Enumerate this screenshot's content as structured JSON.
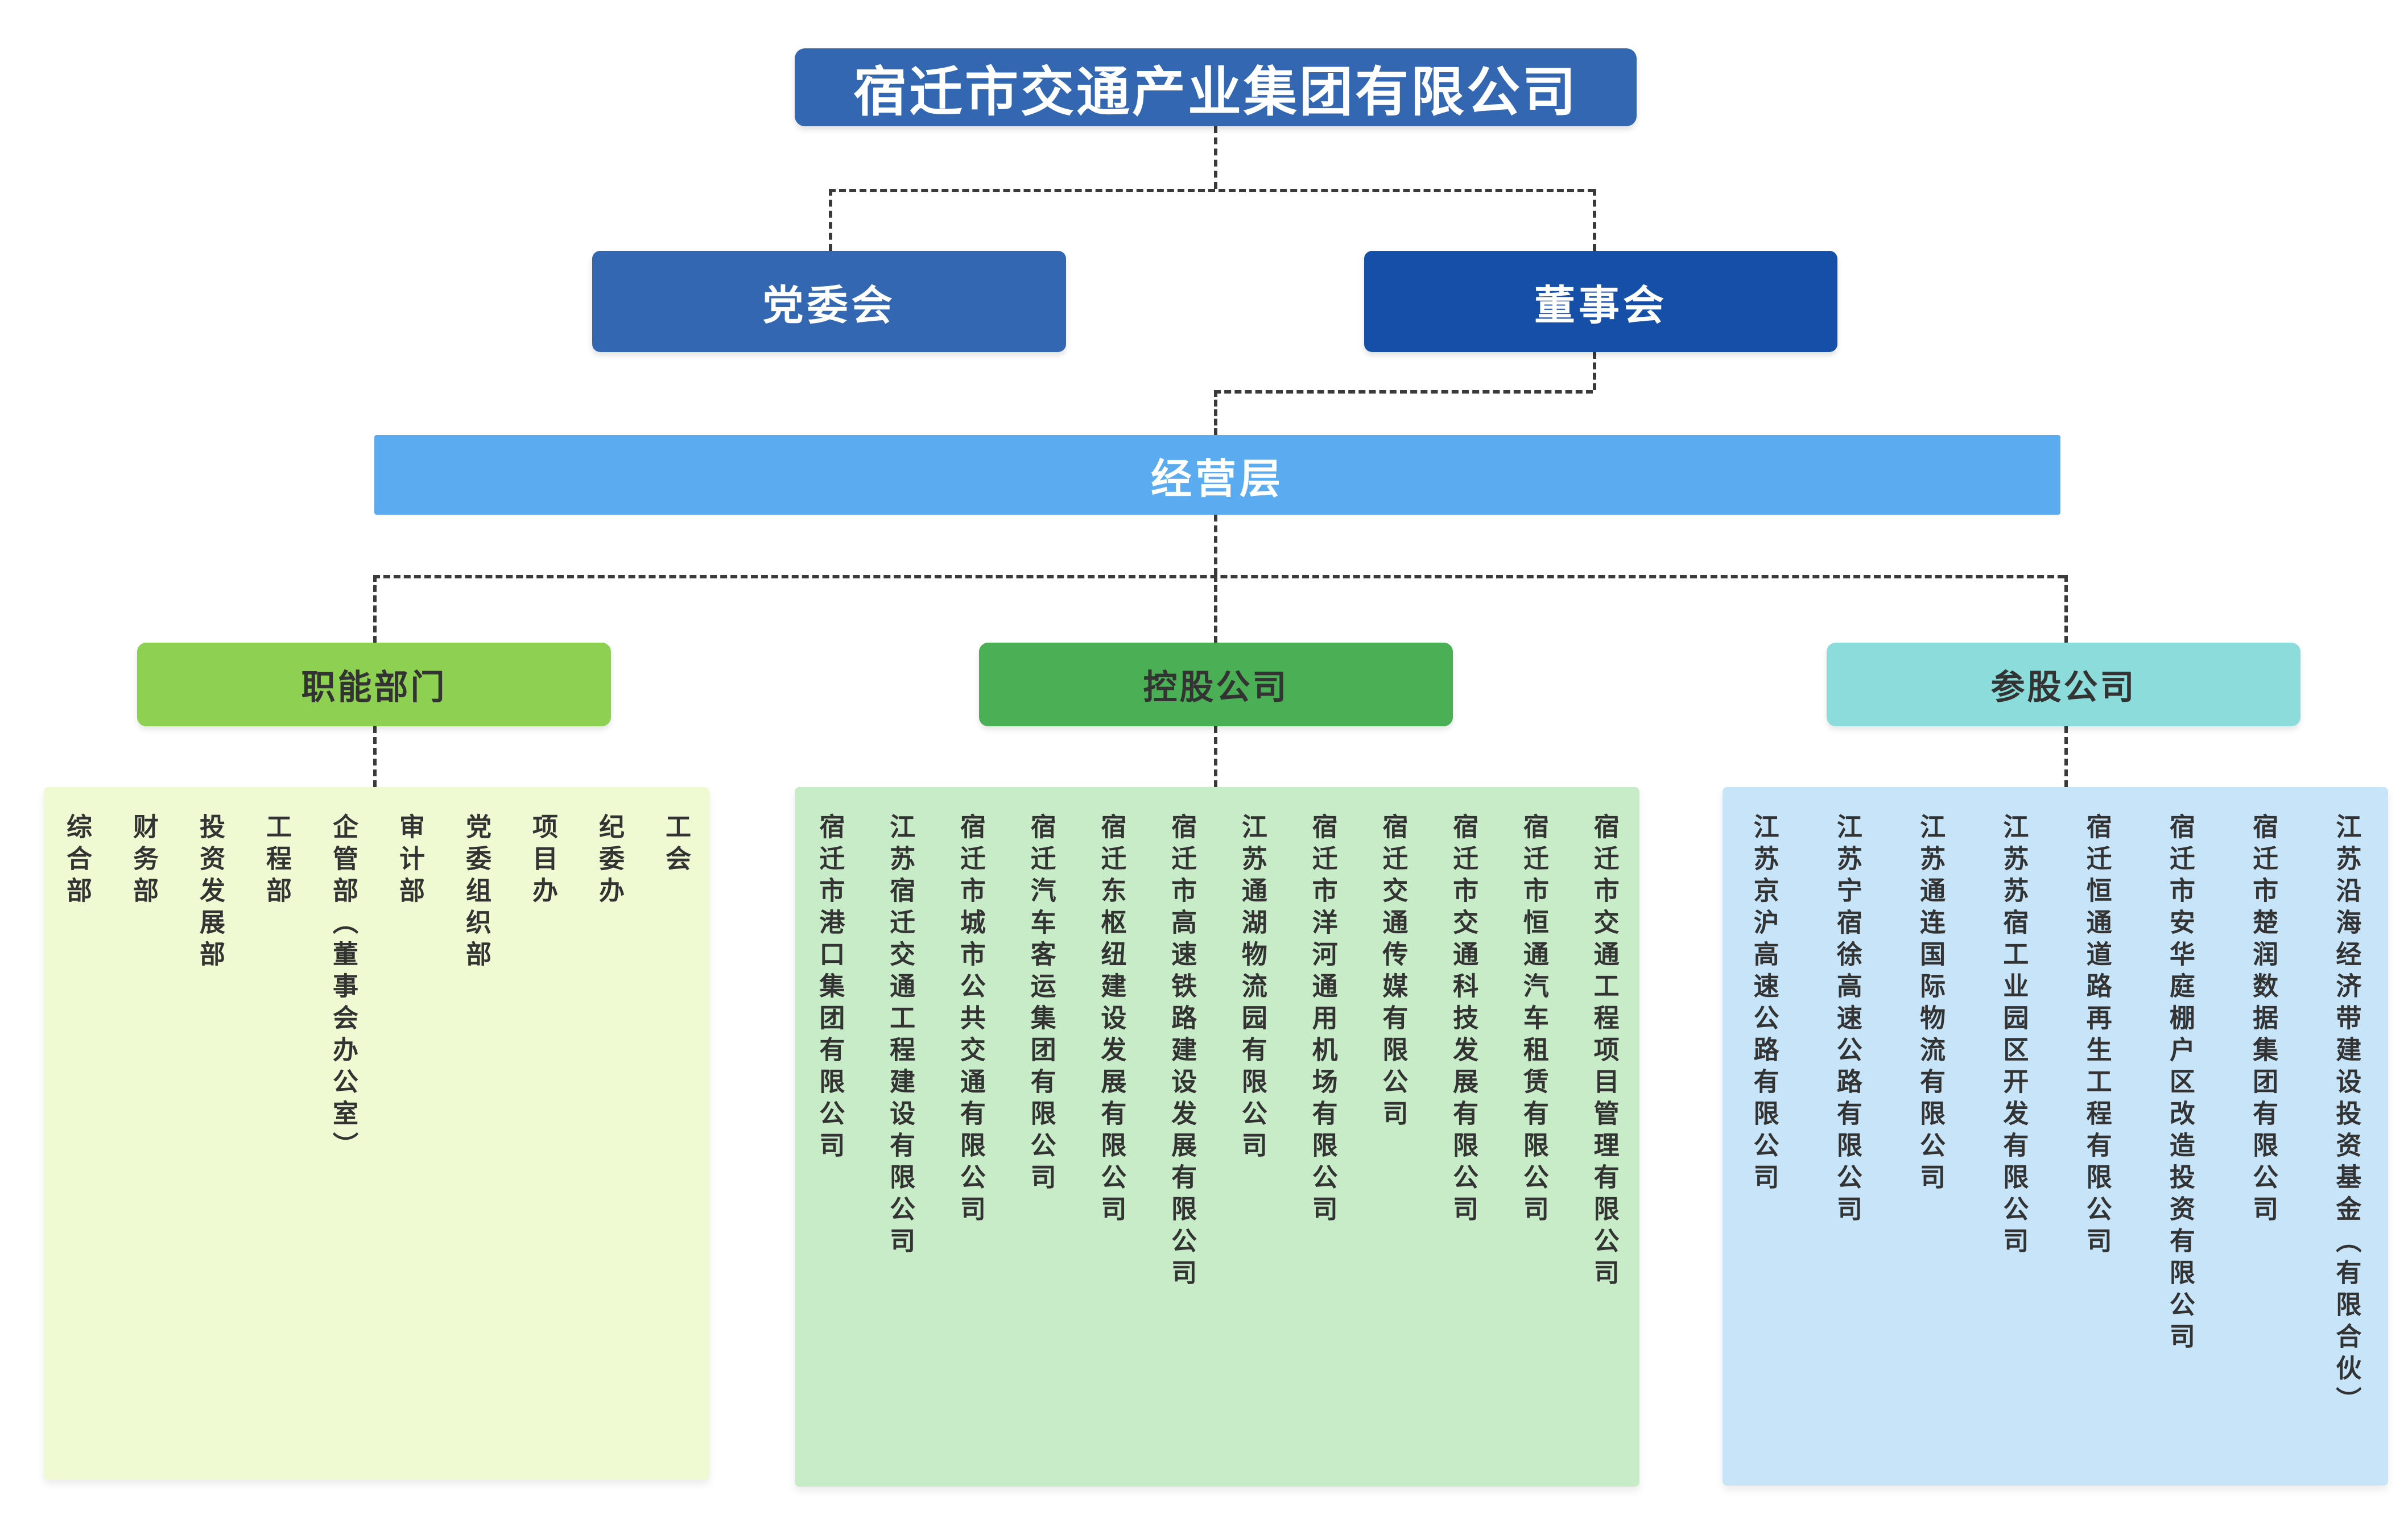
{
  "chart": {
    "root": {
      "label": "宿迁市交通产业集团有限公司"
    },
    "committees": {
      "party": "党委会",
      "board": "董事会"
    },
    "management": {
      "label": "经营层"
    },
    "groups": [
      {
        "label": "职能部门",
        "items": [
          "综合部",
          "财务部",
          "投资发展部",
          "工程部",
          "企管部（董事会办公室）",
          "审计部",
          "党委组织部",
          "项目办",
          "纪委办",
          "工会"
        ]
      },
      {
        "label": "控股公司",
        "items": [
          "宿迁市港口集团有限公司",
          "江苏宿迁交通工程建设有限公司",
          "宿迁市城市公共交通有限公司",
          "宿迁汽车客运集团有限公司",
          "宿迁东枢纽建设发展有限公司",
          "宿迁市高速铁路建设发展有限公司",
          "江苏通湖物流园有限公司",
          "宿迁市洋河通用机场有限公司",
          "宿迁交通传媒有限公司",
          "宿迁市交通科技发展有限公司",
          "宿迁市恒通汽车租赁有限公司",
          "宿迁市交通工程项目管理有限公司"
        ]
      },
      {
        "label": "参股公司",
        "items": [
          "江苏京沪高速公路有限公司",
          "江苏宁宿徐高速公路有限公司",
          "江苏通连国际物流有限公司",
          "江苏苏宿工业园区开发有限公司",
          "宿迁恒通道路再生工程有限公司",
          "宿迁市安华庭棚户区改造投资有限公司",
          "宿迁市楚润数据集团有限公司",
          "江苏沿海经济带建设投资基金（有限合伙）"
        ]
      }
    ]
  },
  "colors": {
    "root_box": "#3467b2",
    "party_box": "#3467b2",
    "board_box": "#164fa8",
    "management_bar": "#5aabef",
    "functional_header": "#8dd052",
    "holding_header": "#4bb055",
    "invested_header": "#8bdcdb",
    "functional_panel": "#f0fad2",
    "holding_panel": "#c8ebc8",
    "invested_panel": "#c7e4f8",
    "header_text": "#333333",
    "item_text": "#333333",
    "connector": "#3a3a3a"
  }
}
